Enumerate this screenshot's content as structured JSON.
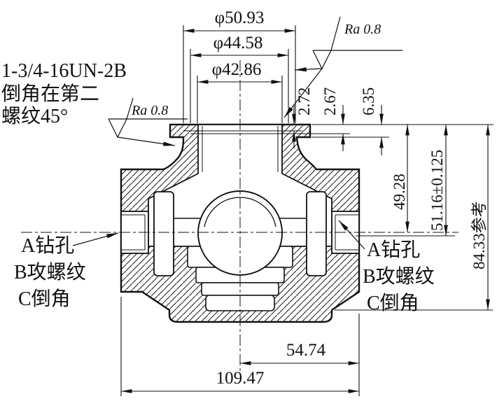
{
  "notes": {
    "thread_note_line1": "1-3/4-16UN-2B",
    "thread_note_line2": "倒角在第二",
    "thread_note_line3": "螺纹45°"
  },
  "surface_finish": {
    "left": "Ra 0.8",
    "top": "Ra 0.8"
  },
  "dimensions": {
    "flange_od": "φ50.93",
    "thread_major": "φ44.58",
    "bore": "φ42.86",
    "recess_depth_a": "2.72",
    "recess_depth_b": "2.67",
    "flange_thickness": "6.35",
    "center_height": "49.28",
    "seat_height": "51.16±0.125",
    "overall_height": "84.33参考",
    "center_to_face": "54.74",
    "overall_width": "109.47"
  },
  "callouts": {
    "left": [
      "A钻孔",
      "B攻螺纹",
      "C倒角"
    ],
    "right": [
      "A钻孔",
      "B攻螺纹",
      "C倒角"
    ]
  }
}
